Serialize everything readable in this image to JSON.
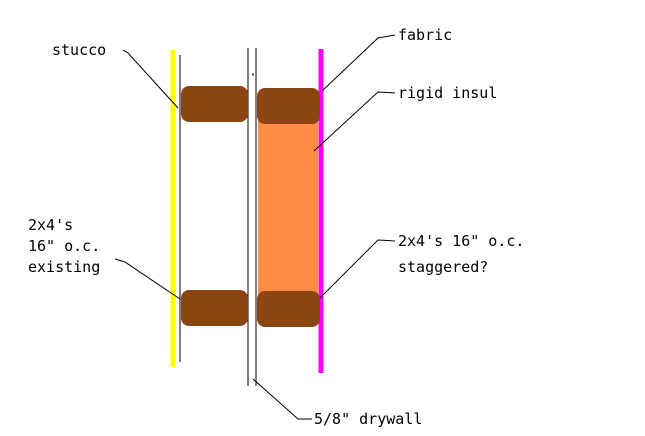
{
  "labels": {
    "stucco": "stucco",
    "fabric": "fabric",
    "rigid_insul": "rigid insul",
    "existing_line1": "2x4's",
    "existing_line2": "16\" o.c.",
    "existing_line3": "existing",
    "staggered_line1": "2x4's 16\" o.c.",
    "staggered_line2": "staggered?",
    "drywall": "5/8\" drywall"
  },
  "colors": {
    "stucco": "#ffff00",
    "fabric": "#ff00ff",
    "rigid_insulation": "#ff8c44",
    "studs": "#8b4513",
    "stud_edge": "#6b3a10",
    "lines": "#000000",
    "background": "#ffffff"
  }
}
